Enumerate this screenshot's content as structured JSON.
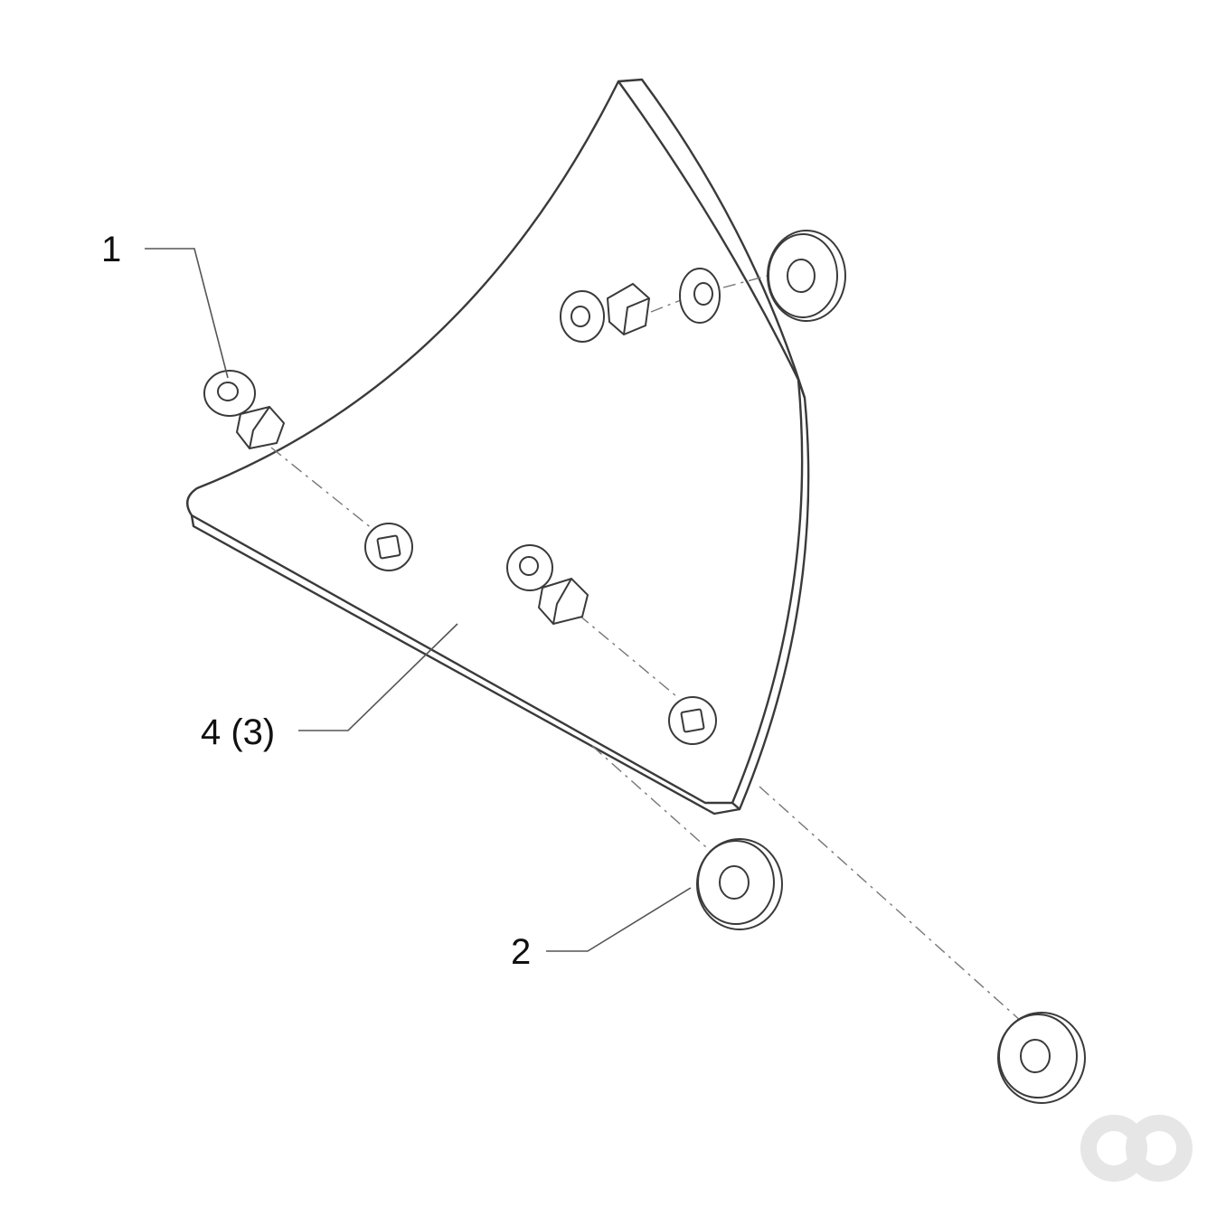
{
  "callouts": {
    "part_1": "1",
    "part_2": "2",
    "part_4": "4 (3)"
  },
  "colors": {
    "line": "#3a3a3a",
    "leader": "#555555",
    "dash": "#777777",
    "logo": "#e6e6e6",
    "background": "#ffffff"
  },
  "icons": {
    "logo": "brand-logo-icon"
  }
}
